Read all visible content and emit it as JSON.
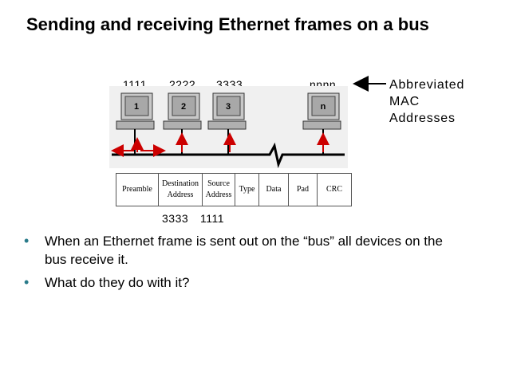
{
  "title": "Sending and receiving Ethernet frames on a bus",
  "hosts": [
    {
      "address": "1111",
      "label": "1"
    },
    {
      "address": "2222",
      "label": "2"
    },
    {
      "address": "3333",
      "label": "3"
    },
    {
      "address": "nnnn",
      "label": "n"
    }
  ],
  "annotation": {
    "line1": "Abbreviated",
    "line2": "MAC",
    "line3": "Addresses"
  },
  "frame": {
    "preamble": "Preamble",
    "destination_1": "Destination",
    "destination_2": "Address",
    "source_1": "Source",
    "source_2": "Address",
    "type": "Type",
    "data": "Data",
    "pad": "Pad",
    "crc": "CRC"
  },
  "frame_values": {
    "destination": "3333",
    "source": "1111"
  },
  "bullets": [
    "When an Ethernet frame is sent out on the “bus” all devices on the bus receive it.",
    "What do they do with it?"
  ],
  "colors": {
    "bullet": "#2a7b8a",
    "arrow": "#cc0000",
    "monitor_gray": "#b8b8b8"
  }
}
